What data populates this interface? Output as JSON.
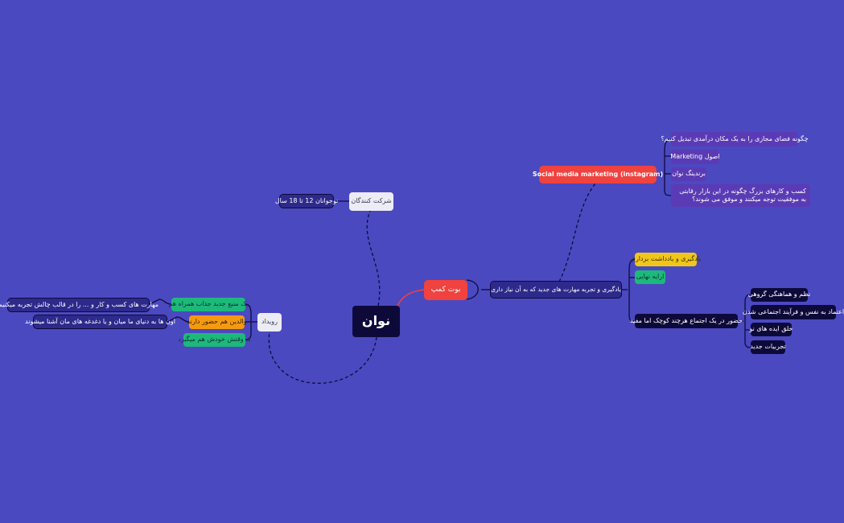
{
  "root": {
    "label": "نوان"
  },
  "branches": {
    "shorekat": {
      "label": "شرکت کنندگان",
      "children": [
        {
          "label": "نوجوانان 12 تا 18 سال"
        }
      ]
    },
    "bootcamp": {
      "label": "بوت کمپ",
      "skills": {
        "label": "یادگیری و تجربه مهارت های جدید که به آن نیاز داری",
        "items": [
          {
            "label": "یادگیری و یادداشت برداری"
          },
          {
            "label": "ارایه نهایی"
          },
          {
            "label": "حضور در یک اجتماع هرچند کوچک اما مفید",
            "children": [
              {
                "label": "نظم و هماهنگی گروهی"
              },
              {
                "label": "اعتماد به نفس و فرآیند اجتماعی شدن"
              },
              {
                "label": "خلق ایده های نو"
              },
              {
                "label": "تجربیات جدید"
              }
            ]
          }
        ]
      },
      "social": {
        "label": "Social media marketing (instagram)",
        "items": [
          {
            "label": "چگونه فضای مجازی را به یک مکان درآمدی تبدیل کنیم؟"
          },
          {
            "label": "اصول Marketing"
          },
          {
            "label": "برندینگ نوان"
          },
          {
            "label": "کسب و کارهای بزرگ چگونه در این بازار رقابتی به موفقیت توجه میکنند و موفق می شوند؟"
          }
        ]
      }
    },
    "event": {
      "label": "رویداد",
      "items": [
        {
          "label": "یک منبع جدید جذاب همراه هم",
          "detail": "مهارت های کسب و کار و ... را در قالب چالش تجربه میکنیم"
        },
        {
          "label": "والدین هم حضور دارند",
          "detail": "اون ها به دنیای ما میان و یا دغدغه های مان آشنا میشوند"
        },
        {
          "label": "به وقتش خودش هم میگیرد"
        }
      ]
    }
  },
  "colors": {
    "background": "#4b49c0",
    "dark_node": "#0d0a3a",
    "red_node": "#f0423f",
    "green_node": "#1db97a",
    "yellow_node": "#f2c619",
    "orange_node": "#f59a10",
    "purple_node": "#5a3bb5"
  }
}
